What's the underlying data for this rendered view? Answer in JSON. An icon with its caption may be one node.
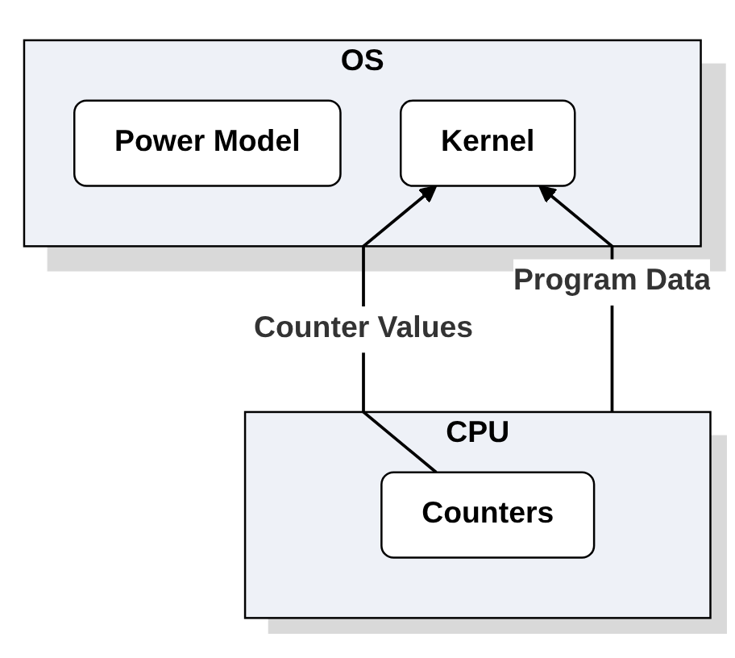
{
  "diagram": {
    "nodes": [
      {
        "text": [
          "OS"
        ]
      },
      {
        "text": [
          "Power Model"
        ],
        "in": 0
      },
      {
        "text": [
          "Kernel"
        ],
        "in": 0
      },
      {
        "text": [
          "CPU"
        ]
      },
      {
        "text": [
          "Counters"
        ],
        "in": 3
      }
    ],
    "edges": [
      {
        "from": 3,
        "to": 2,
        "arrow": "to",
        "label": "Program Data"
      },
      {
        "from": 4,
        "to": 2,
        "arrow": "to",
        "label": "Counter Values"
      }
    ]
  }
}
